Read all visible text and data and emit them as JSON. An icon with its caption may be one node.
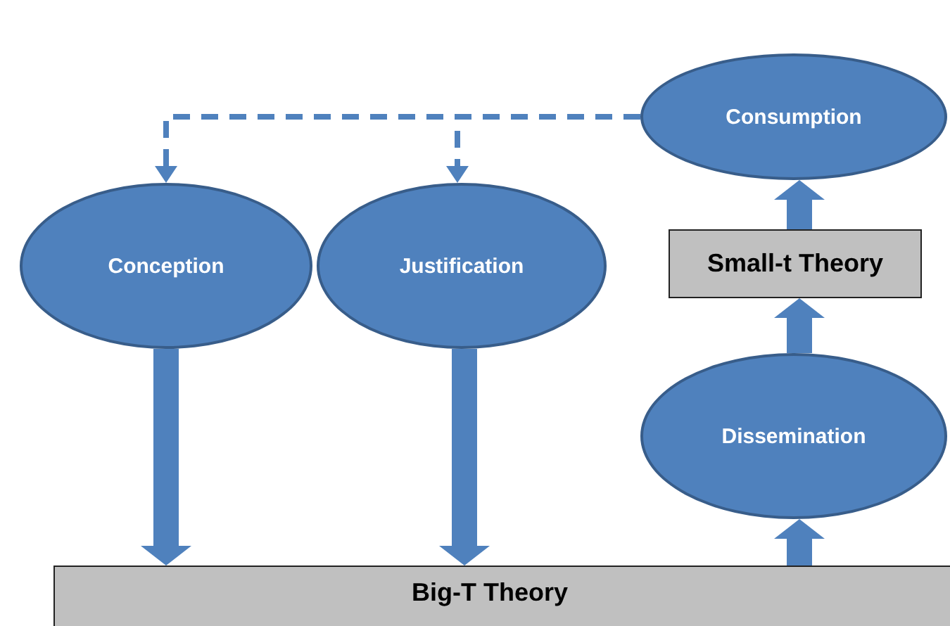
{
  "diagram": {
    "nodes": [
      {
        "text": [
          "Consumption"
        ]
      },
      {
        "text": [
          "Conception"
        ]
      },
      {
        "text": [
          "Justification"
        ]
      },
      {
        "text": [
          "Small-t Theory"
        ]
      },
      {
        "text": [
          "Dissemination"
        ]
      },
      {
        "text": [
          "Big-T Theory"
        ]
      }
    ],
    "edges": [
      {
        "from": 0,
        "to": 1,
        "arrow": "to",
        "style": "dashed"
      },
      {
        "from": 0,
        "to": 2,
        "arrow": "to",
        "style": "dashed"
      },
      {
        "from": 1,
        "to": 5,
        "arrow": "to"
      },
      {
        "from": 2,
        "to": 5,
        "arrow": "to"
      },
      {
        "from": 5,
        "to": 4,
        "arrow": "to"
      },
      {
        "from": 4,
        "to": 3,
        "arrow": "to"
      },
      {
        "from": 3,
        "to": 0,
        "arrow": "to"
      }
    ]
  }
}
